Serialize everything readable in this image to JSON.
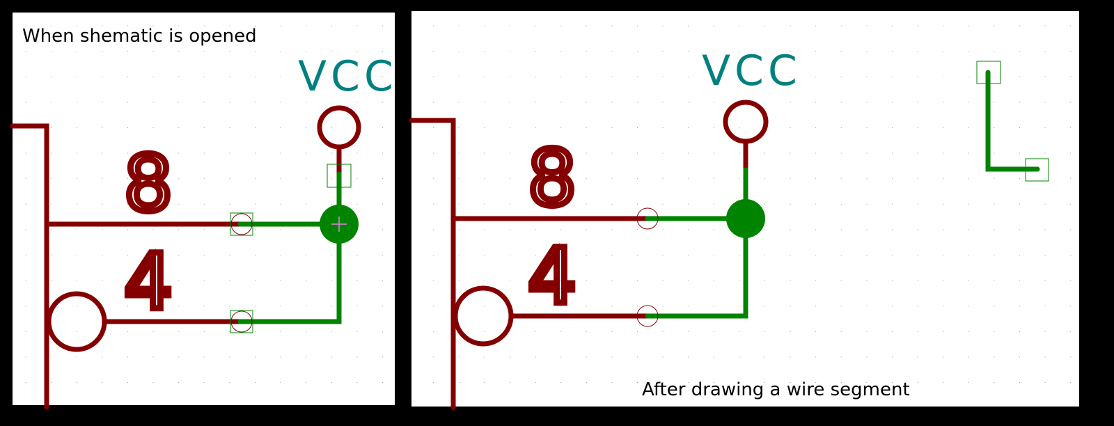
{
  "colors": {
    "pin": "#840000",
    "wire": "#008400",
    "label": "#008080",
    "background": "#ffffff",
    "frame": "#000000"
  },
  "before": {
    "caption": "When shematic is opened",
    "power_label": "VCC",
    "pin_top": "8",
    "pin_bottom": "4"
  },
  "after": {
    "caption": "After drawing a wire segment",
    "power_label": "VCC",
    "pin_top": "8",
    "pin_bottom": "4"
  }
}
